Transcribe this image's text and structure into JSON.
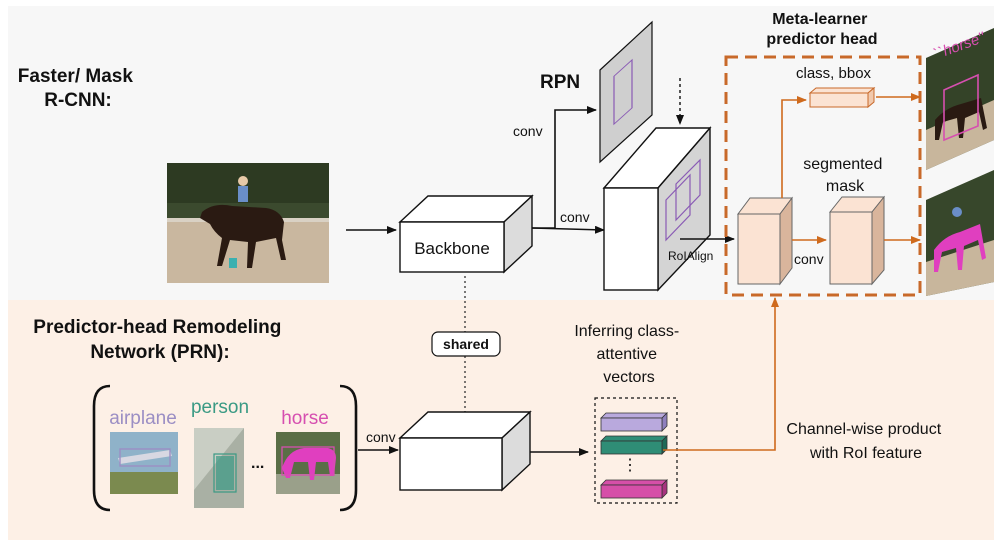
{
  "sections": {
    "top_title": "Faster/ Mask\nR-CNN:",
    "bottom_title": "Predictor-head Remodeling\nNetwork (PRN):"
  },
  "rpn": {
    "label": "RPN"
  },
  "backbone": {
    "label": "Backbone"
  },
  "edges": {
    "conv_rpn": "conv",
    "conv_feat": "conv",
    "roialign": "RoIAlign",
    "conv_mask": "conv",
    "conv_prn": "conv"
  },
  "shared": {
    "label": "shared"
  },
  "meta_head": {
    "title": "Meta-learner\npredictor head",
    "class_bbox": "class, bbox",
    "segmented_mask": "segmented\nmask"
  },
  "output": {
    "horse_tag": "``horse''"
  },
  "prn": {
    "support_classes": [
      {
        "name": "airplane",
        "color": "#9b8ec4"
      },
      {
        "name": "person",
        "color": "#3a9a84"
      },
      {
        "name": "horse",
        "color": "#d64fb0"
      }
    ],
    "ellipsis": "...",
    "inferring": "Inferring class-\nattentive\nvectors",
    "vdots": "⋮",
    "vectors": [
      {
        "fill": "#b9a9dd",
        "side": "#8e7fbd"
      },
      {
        "fill": "#2f8d76",
        "side": "#1f6a57"
      },
      {
        "fill": "#d64fa8",
        "side": "#a8347f"
      }
    ],
    "channel_note": "Channel-wise product\nwith RoI feature"
  },
  "colors": {
    "top_bg": "#f7f7f7",
    "bottom_bg": "#fdf0e6",
    "orange": "#cf6a1d",
    "dash_orange": "#c8692a",
    "box_peach": "#fbe3d3",
    "purple_proposal": "#8a5bb5"
  }
}
